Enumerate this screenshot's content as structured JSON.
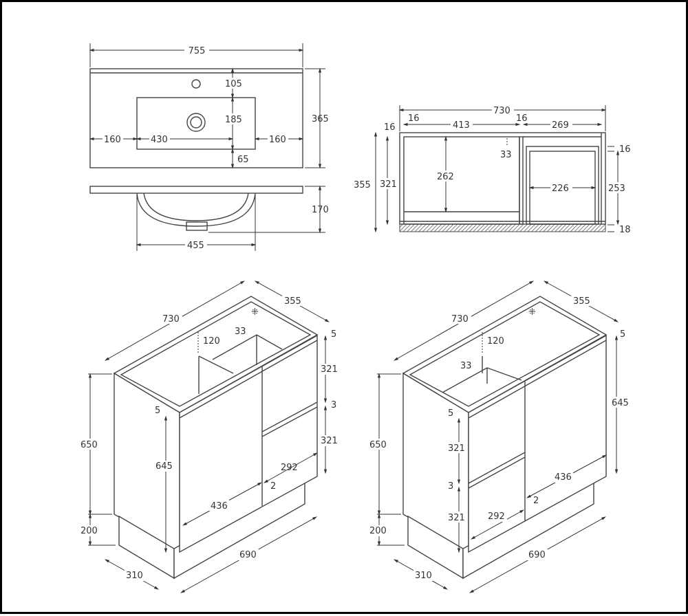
{
  "plan_view": {
    "width": "755",
    "depth": "365",
    "tap_offset": "105",
    "bowl_depth": "185",
    "front_margin": "65",
    "left_margin": "160",
    "bowl_width": "430",
    "right_margin": "160"
  },
  "basin_section": {
    "bowl_height": "170",
    "bowl_width": "455"
  },
  "section_view": {
    "overall_width": "730",
    "left_panel": "16",
    "left_bay": "413",
    "mid_panel": "16",
    "right_bay": "269",
    "top_panel": "16",
    "overall_height": "355",
    "inner_height": "321",
    "left_opening": "262",
    "offset": "33",
    "drawer_width": "226",
    "drawer_height": "253",
    "drawer_top": "16",
    "base": "18"
  },
  "iso_left": {
    "width": "730",
    "depth": "355",
    "gap_top": "5",
    "h_inner": "120",
    "offset": "33",
    "drawer1": "321",
    "drawer_gap": "3",
    "drawer2": "321",
    "height": "650",
    "door_height": "645",
    "door_gap": "5",
    "drawer_width": "292",
    "split_gap": "2",
    "door_width": "436",
    "kick": "200",
    "kick_width": "690",
    "kick_depth": "310"
  },
  "iso_right": {
    "width": "730",
    "depth": "355",
    "gap_top": "5",
    "h_inner": "120",
    "offset": "33",
    "door_height": "645",
    "height": "650",
    "door_gap": "5",
    "drawer1": "321",
    "drawer_gap": "3",
    "drawer2": "321",
    "door_width": "436",
    "split_gap": "2",
    "drawer_width": "292",
    "kick": "200",
    "kick_width": "690",
    "kick_depth": "310"
  }
}
